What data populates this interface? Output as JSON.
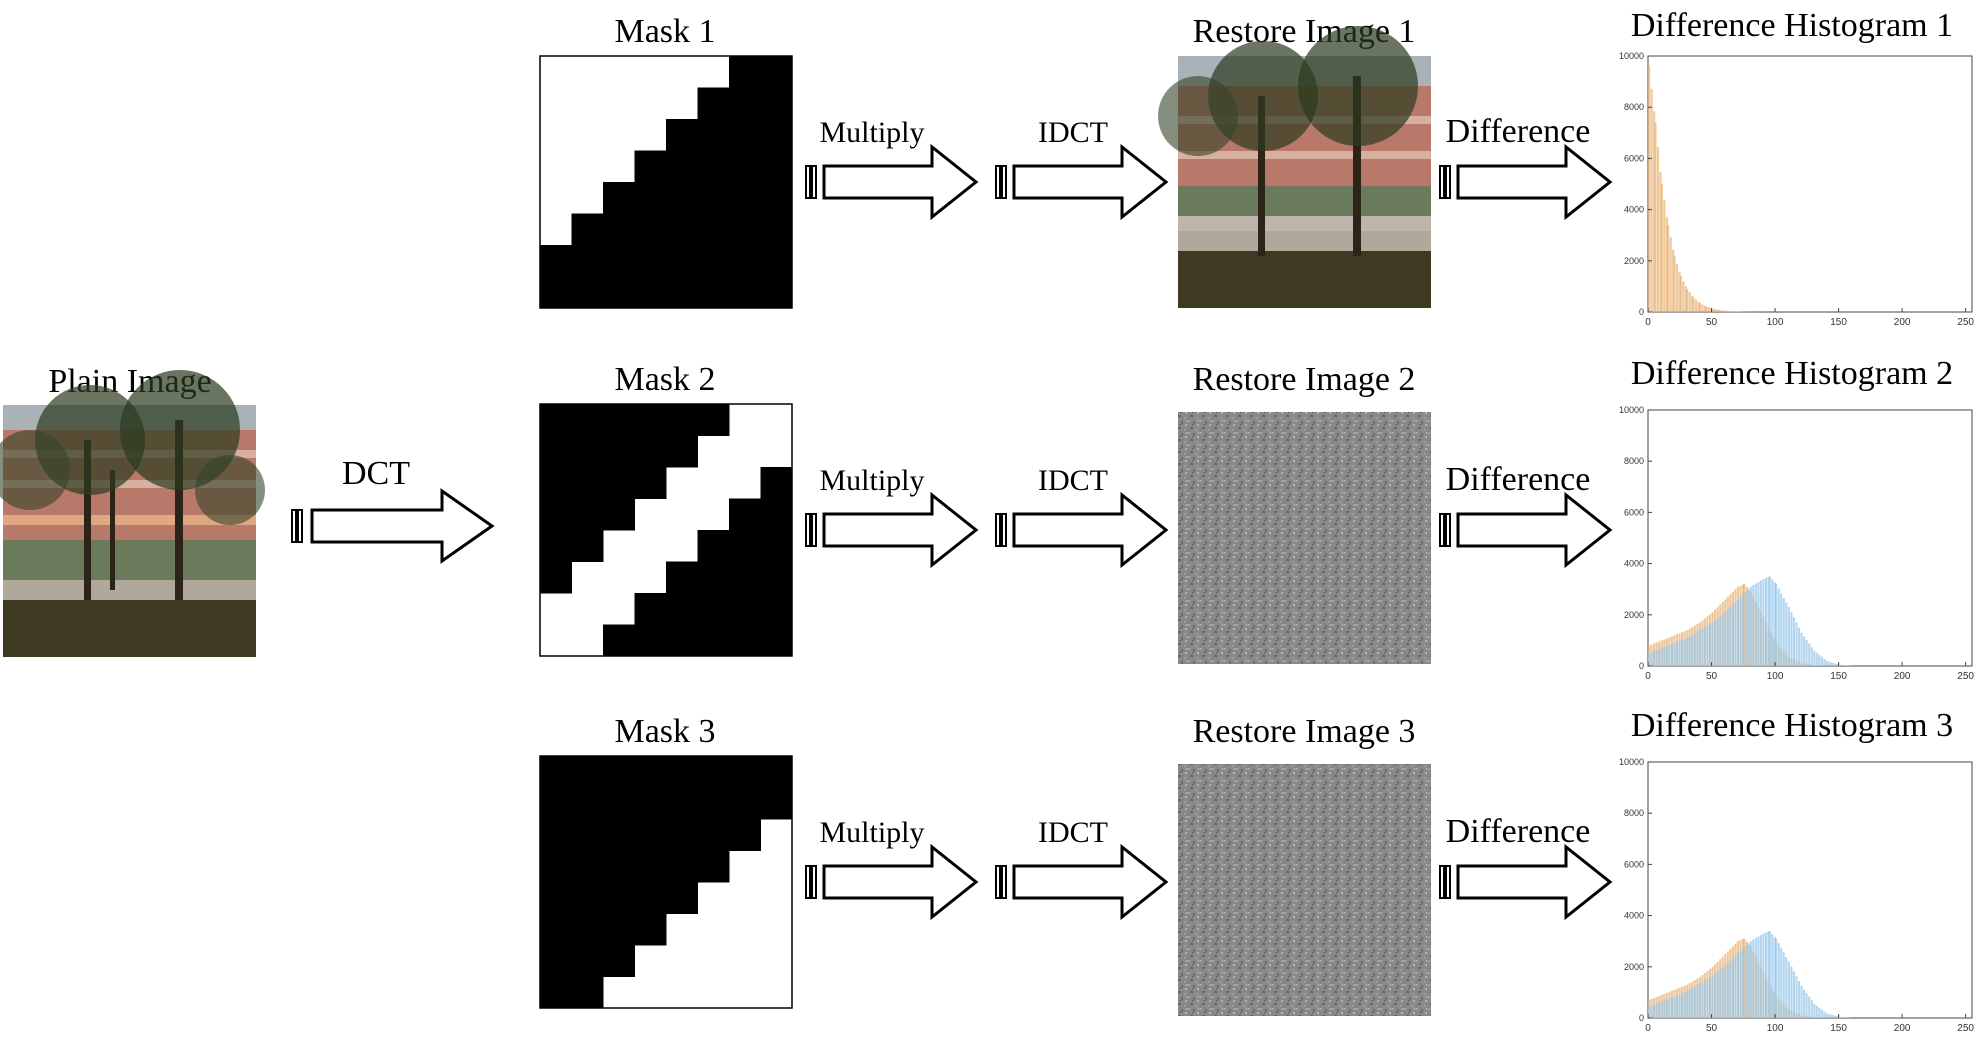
{
  "plain_image": {
    "title": "Plain Image"
  },
  "transform": {
    "dct_label": "DCT"
  },
  "rows": [
    {
      "mask_title": "Mask 1",
      "multiply_label": "Multiply",
      "idct_label": "IDCT",
      "restore_title": "Restore Image 1",
      "difference_label": "Difference",
      "hist_title": "Difference Histogram 1",
      "restore_kind": "photo"
    },
    {
      "mask_title": "Mask 2",
      "multiply_label": "Multiply",
      "idct_label": "IDCT",
      "restore_title": "Restore Image 2",
      "difference_label": "Difference",
      "hist_title": "Difference Histogram 2",
      "restore_kind": "noise"
    },
    {
      "mask_title": "Mask 3",
      "multiply_label": "Multiply",
      "idct_label": "IDCT",
      "restore_title": "Restore Image 3",
      "difference_label": "Difference",
      "hist_title": "Difference Histogram 3",
      "restore_kind": "noise"
    }
  ],
  "colors": {
    "series_orange": "#e8b47a",
    "series_blue": "#9cc8ea",
    "mask_fill": "#000000",
    "noise_gray": "#8a8a8a"
  },
  "chart_data": [
    {
      "type": "bar",
      "title": "Difference Histogram 1",
      "xlim": [
        0,
        255
      ],
      "ylim": [
        0,
        10000
      ],
      "xticks": [
        0,
        50,
        100,
        150,
        200,
        250
      ],
      "yticks": [
        0,
        2000,
        4000,
        6000,
        8000,
        10000
      ],
      "series": [
        {
          "color": "orange",
          "x": [
            0,
            5,
            10,
            15,
            20,
            25,
            30,
            35,
            40,
            45,
            50,
            55,
            60,
            65,
            70,
            75,
            80,
            90,
            100
          ],
          "values": [
            9600,
            7400,
            5000,
            3400,
            2200,
            1400,
            900,
            560,
            350,
            220,
            140,
            80,
            45,
            25,
            15,
            8,
            4,
            2,
            0
          ]
        }
      ]
    },
    {
      "type": "bar",
      "title": "Difference Histogram 2",
      "xlim": [
        0,
        255
      ],
      "ylim": [
        0,
        10000
      ],
      "xticks": [
        0,
        50,
        100,
        150,
        200,
        250
      ],
      "yticks": [
        0,
        2000,
        4000,
        6000,
        8000,
        10000
      ],
      "series": [
        {
          "color": "orange",
          "x": [
            0,
            10,
            20,
            30,
            40,
            50,
            60,
            70,
            75,
            80,
            90,
            100,
            110,
            120,
            130,
            140
          ],
          "values": [
            800,
            1000,
            1200,
            1400,
            1700,
            2100,
            2600,
            3100,
            3200,
            2900,
            1900,
            900,
            350,
            120,
            30,
            0
          ]
        },
        {
          "color": "blue",
          "x": [
            0,
            10,
            20,
            30,
            40,
            50,
            60,
            70,
            80,
            90,
            95,
            100,
            110,
            120,
            130,
            140,
            150,
            160
          ],
          "values": [
            500,
            700,
            900,
            1100,
            1400,
            1700,
            2100,
            2600,
            3100,
            3400,
            3500,
            3200,
            2300,
            1300,
            600,
            200,
            50,
            0
          ]
        }
      ]
    },
    {
      "type": "bar",
      "title": "Difference Histogram 3",
      "xlim": [
        0,
        255
      ],
      "ylim": [
        0,
        10000
      ],
      "xticks": [
        0,
        50,
        100,
        150,
        200,
        250
      ],
      "yticks": [
        0,
        2000,
        4000,
        6000,
        8000,
        10000
      ],
      "series": [
        {
          "color": "orange",
          "x": [
            0,
            10,
            20,
            30,
            40,
            50,
            60,
            70,
            75,
            80,
            90,
            100,
            110,
            120,
            130,
            140
          ],
          "values": [
            700,
            900,
            1100,
            1300,
            1600,
            2000,
            2500,
            3000,
            3100,
            2800,
            1800,
            850,
            330,
            110,
            30,
            0
          ]
        },
        {
          "color": "blue",
          "x": [
            0,
            10,
            20,
            30,
            40,
            50,
            60,
            70,
            80,
            90,
            95,
            100,
            110,
            120,
            130,
            140,
            150,
            160
          ],
          "values": [
            450,
            650,
            850,
            1050,
            1350,
            1650,
            2050,
            2550,
            3000,
            3300,
            3400,
            3100,
            2200,
            1250,
            550,
            180,
            40,
            0
          ]
        }
      ]
    }
  ]
}
